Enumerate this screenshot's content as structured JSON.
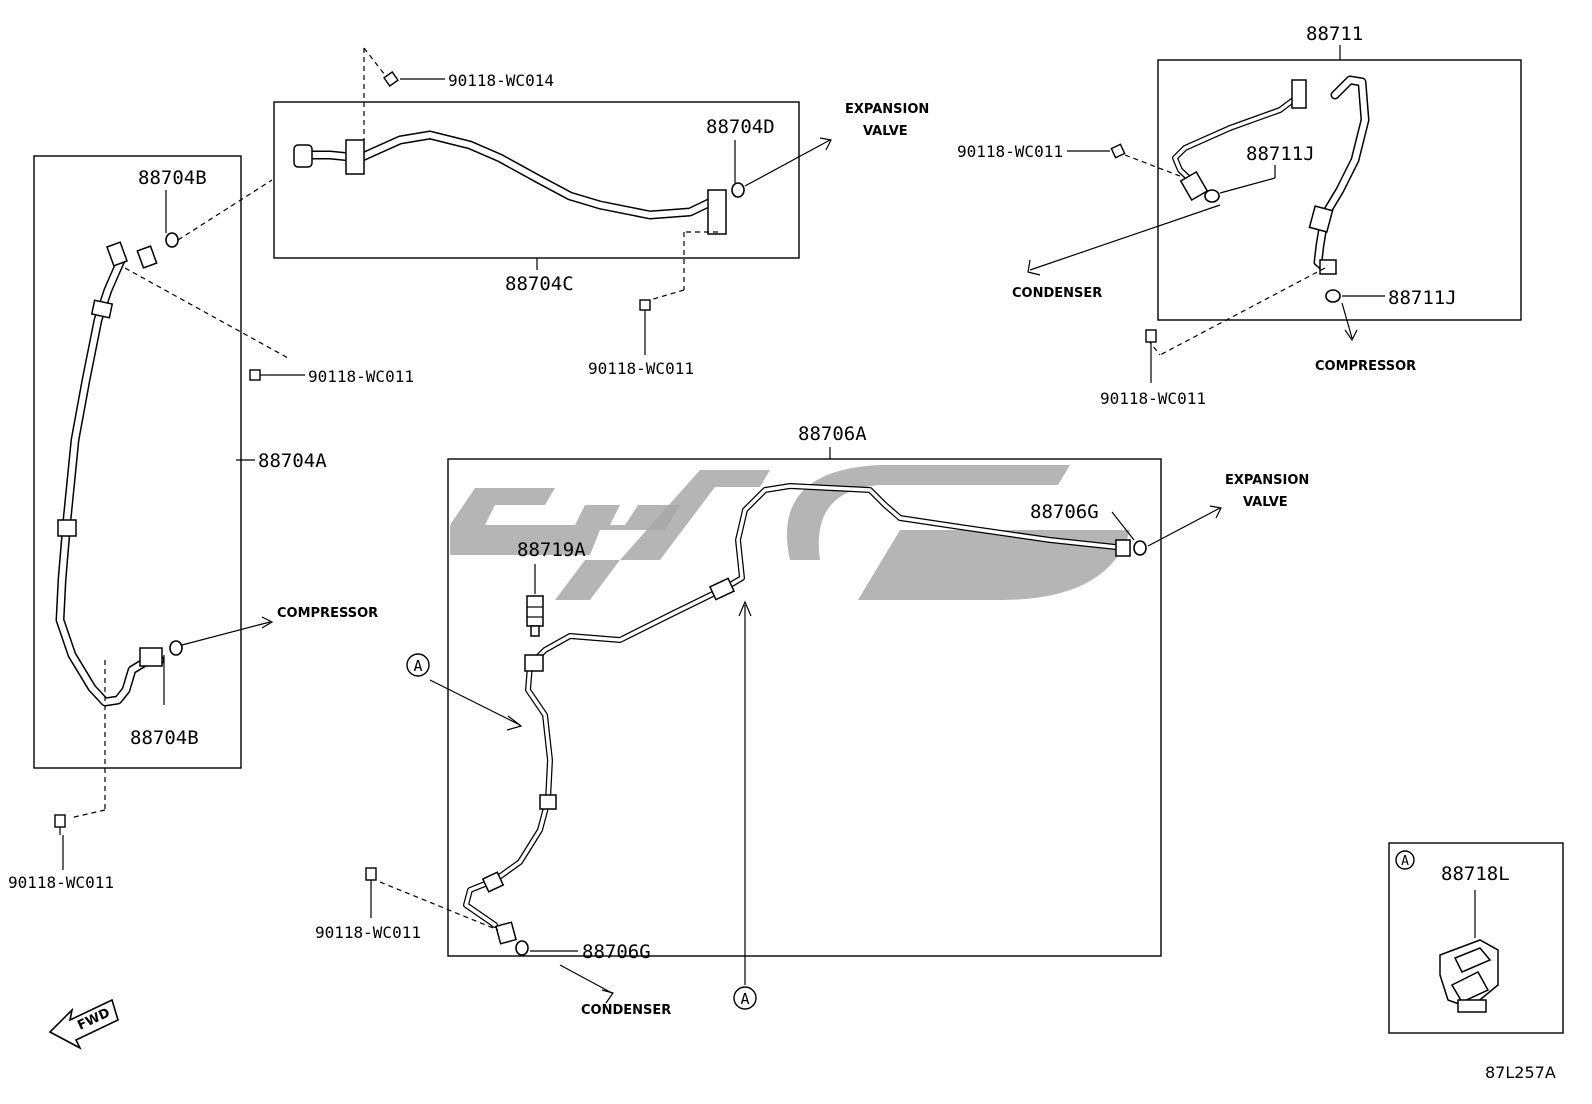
{
  "diagram_code": "87L257A",
  "fwd_label": "FWD",
  "detail_marker": "A",
  "parts": {
    "p88711": "88711",
    "p88711J_a": "88711J",
    "p88711J_b": "88711J",
    "p88704A": "88704A",
    "p88704B_top": "88704B",
    "p88704B_bottom": "88704B",
    "p88704C": "88704C",
    "p88704D": "88704D",
    "p88706A": "88706A",
    "p88706G_top": "88706G",
    "p88706G_bottom": "88706G",
    "p88719A": "88719A",
    "p88718L": "88718L"
  },
  "bolts": {
    "b_wc014": "90118-WC014",
    "b_wc011_left": "90118-WC011",
    "b_wc011_bottom_left": "90118-WC011",
    "b_wc011_c": "90118-WC011",
    "b_wc011_711_top": "90118-WC011",
    "b_wc011_711_bottom": "90118-WC011",
    "b_wc011_706": "90118-WC011"
  },
  "destinations": {
    "expansion_valve_1_l1": "EXPANSION",
    "expansion_valve_1_l2": "VALVE",
    "expansion_valve_2_l1": "EXPANSION",
    "expansion_valve_2_l2": "VALVE",
    "compressor_1": "COMPRESSOR",
    "compressor_2": "COMPRESSOR",
    "condenser_1": "CONDENSER",
    "condenser_2": "CONDENSER"
  },
  "markers": {
    "a_left": "A",
    "a_bottom": "A",
    "a_detail": "A"
  }
}
